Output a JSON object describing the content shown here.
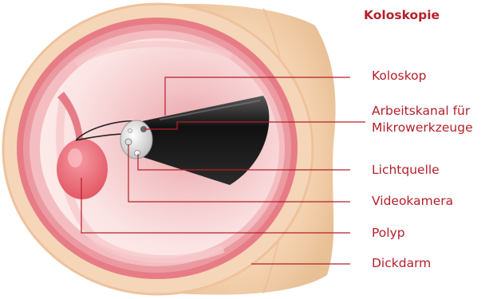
{
  "title": "Koloskopie",
  "labels": {
    "koloskop": "Koloskop",
    "arbeitskanal_line1": "Arbeitskanal für",
    "arbeitskanal_line2": "Mikrowerkzeuge",
    "lichtquelle": "Lichtquelle",
    "videokamera": "Videokamera",
    "polyp": "Polyp",
    "dickdarm": "Dickdarm"
  },
  "colors": {
    "accent": "#b3202a",
    "leader_line": "#b3202a",
    "tissue_outer": "#f3d4b4",
    "tissue_wall": "#e77c86",
    "lumen": "#f8d5d7",
    "endoscope": "#1f1f1f"
  }
}
